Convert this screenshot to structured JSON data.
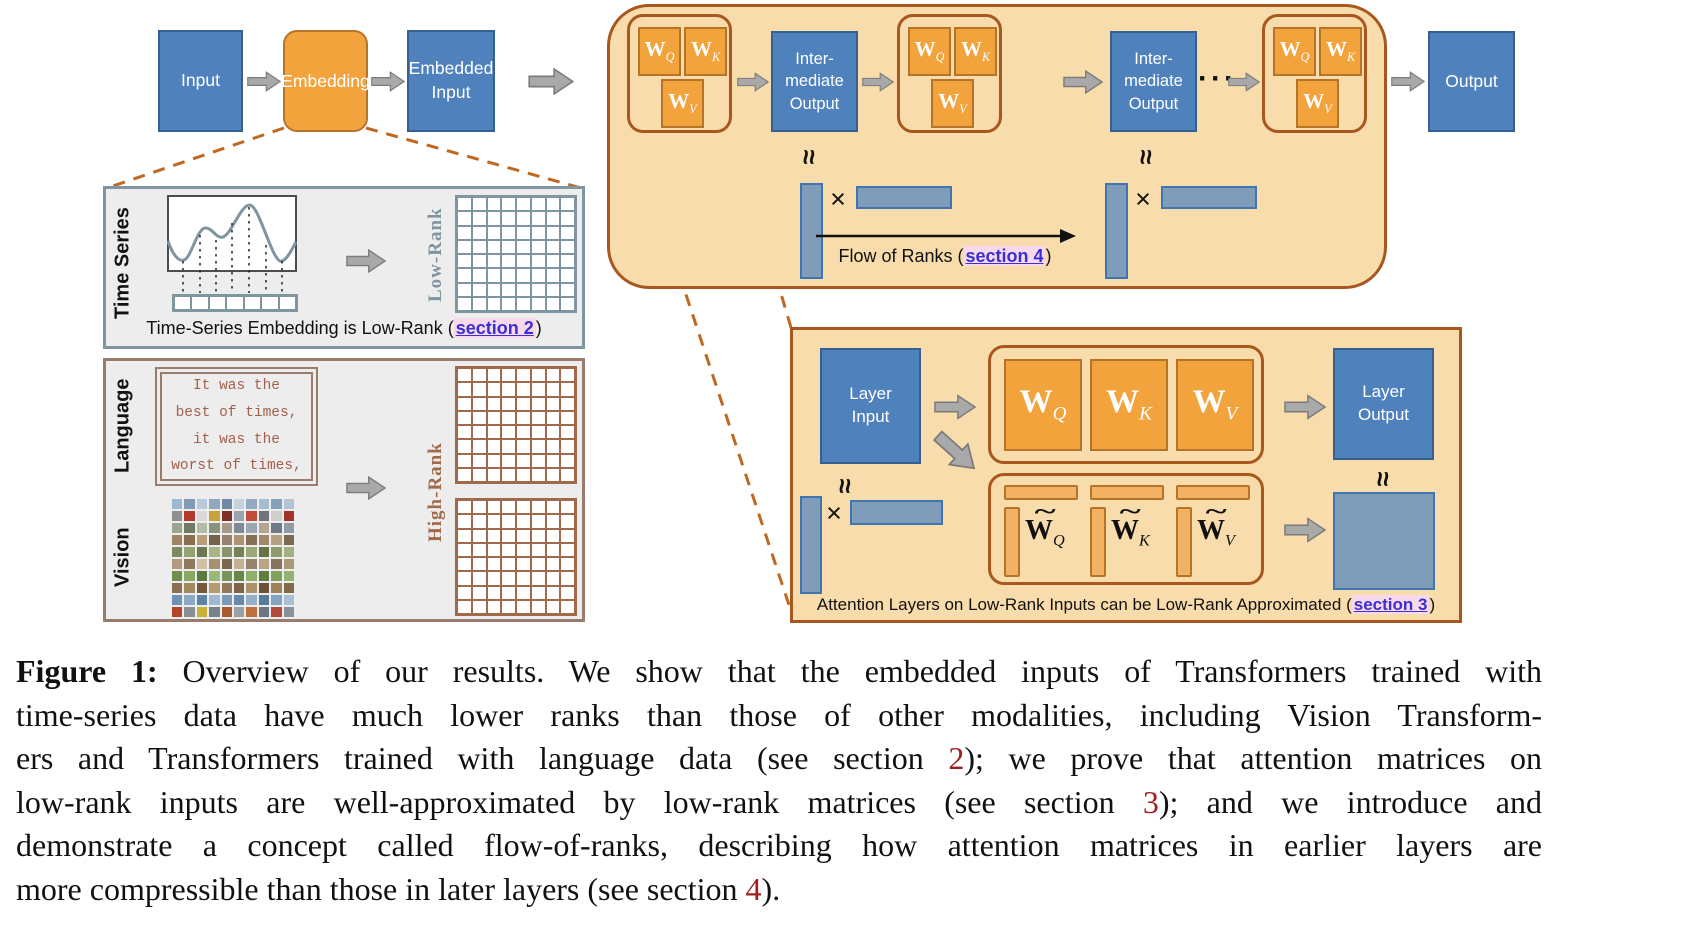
{
  "colors": {
    "blue_fill": "#4f81bd",
    "blue_border": "#36608f",
    "orange_fill": "#f2a33c",
    "orange_border": "#b5742a",
    "orange_bar": "#f3b163",
    "tan_fill": "#f8dcab",
    "brown_border": "#a8581e",
    "steel_fill": "#7f9db9",
    "steel_border": "#3f76b0",
    "panel_gray": "#ededed",
    "slate": "#7f95a0",
    "brown_line": "#a06a4a",
    "quote_brown": "#a5604c",
    "lv_border": "#9b7b6b",
    "link_blue": "#3a2fd0",
    "link_bg": "#f8d9ec",
    "caption_red": "#a02020",
    "arrow_fill": "#a9a9a9",
    "arrow_stroke": "#7a7a7a",
    "dash_orange": "#c06820"
  },
  "top_flow": {
    "input": "Input",
    "embedding": "Embedding",
    "embedded_input": "Embedded\nInput",
    "output": "Output",
    "intermediate": "Inter-\nmediate\nOutput",
    "dots": "···",
    "approx_symbol": "≈",
    "times_symbol": "×",
    "w_labels": [
      {
        "base": "W",
        "sub": "Q"
      },
      {
        "base": "W",
        "sub": "K"
      },
      {
        "base": "W",
        "sub": "V"
      }
    ],
    "flow_label": {
      "pre": "Flow of Ranks (",
      "link": "section 4",
      "post": ")"
    }
  },
  "ts_panel": {
    "side_label": "Time Series",
    "rank_label": "Low-Rank",
    "caption": {
      "pre": "Time-Series Embedding is Low-Rank (",
      "link": "section 2",
      "post": ")"
    }
  },
  "lv_panel": {
    "language_label": "Language",
    "vision_label": "Vision",
    "rank_label": "High-Rank",
    "quote": "It was the\nbest of times,\nit was the\nworst of times,"
  },
  "attn_panel": {
    "layer_input": "Layer\nInput",
    "layer_output": "Layer\nOutput",
    "approx_symbol": "≈",
    "times_symbol": "×",
    "w_labels": [
      {
        "base": "W",
        "sub": "Q"
      },
      {
        "base": "W",
        "sub": "K"
      },
      {
        "base": "W",
        "sub": "V"
      }
    ],
    "wt_labels": [
      {
        "tilde": "~",
        "base": "W",
        "sub": "Q"
      },
      {
        "tilde": "~",
        "base": "W",
        "sub": "K"
      },
      {
        "tilde": "~",
        "base": "W",
        "sub": "V"
      }
    ],
    "caption": {
      "pre": "Attention Layers on Low-Rank Inputs can be Low-Rank Approximated (",
      "link": "section 3",
      "post": ")"
    }
  },
  "figure_caption": {
    "lines": [
      {
        "segments": [
          {
            "t": "Figure 1:",
            "c": "b"
          },
          {
            "t": " Overview of our results. We show that the embedded inputs of Transformers trained with"
          }
        ]
      },
      {
        "segments": [
          {
            "t": "time-series data have much lower ranks than those of other modalities, including Vision Transform-"
          }
        ]
      },
      {
        "segments": [
          {
            "t": "ers and Transformers trained with language data (see section "
          },
          {
            "t": "2",
            "c": "r"
          },
          {
            "t": "); we prove that attention matrices on"
          }
        ]
      },
      {
        "segments": [
          {
            "t": "low-rank inputs are well-approximated by low-rank matrices (see section "
          },
          {
            "t": "3",
            "c": "r"
          },
          {
            "t": "); and we introduce and"
          }
        ]
      },
      {
        "segments": [
          {
            "t": "demonstrate a concept called flow-of-ranks, describing how attention matrices in earlier layers are"
          }
        ]
      },
      {
        "segments": [
          {
            "t": "more compressible than those in later layers (see section "
          },
          {
            "t": "4",
            "c": "r"
          },
          {
            "t": ")."
          }
        ]
      }
    ]
  },
  "grids": {
    "ts_matrix": {
      "rows": 8,
      "cols": 8
    },
    "strip": {
      "rows": 1,
      "cols": 7
    },
    "lang_matrix": {
      "rows": 8,
      "cols": 8
    },
    "vision_matrix": {
      "rows": 8,
      "cols": 8
    },
    "thumbs": {
      "rows": 10,
      "cols": 10,
      "row_palettes": [
        [
          "#9db8d2",
          "#7f9bb8",
          "#b9c9d9",
          "#8fa8c0",
          "#6e8aa6",
          "#c5d2de",
          "#93a9bf",
          "#a7bcd0",
          "#86a0ba",
          "#b2c4d6"
        ],
        [
          "#8f8f8f",
          "#b23a2e",
          "#d9d9d9",
          "#c8a23a",
          "#7f2f26",
          "#9aa4ad",
          "#c24b3a",
          "#6f757c",
          "#d0cfc9",
          "#a3322a"
        ],
        [
          "#9aa58f",
          "#6f7b63",
          "#b4bca6",
          "#8a947d",
          "#a7988a",
          "#7d8b97",
          "#99a7b3",
          "#b4a58f",
          "#6b7a86",
          "#8f9ba6"
        ],
        [
          "#a08563",
          "#8a6f4f",
          "#b99d78",
          "#75624a",
          "#94826a",
          "#ad9275",
          "#866f54",
          "#9f8a6c",
          "#b3a083",
          "#7c6951"
        ],
        [
          "#7d8a5f",
          "#95a373",
          "#6b7850",
          "#a8b484",
          "#87946a",
          "#758253",
          "#9aa878",
          "#667344",
          "#8e9b6e",
          "#a3b07f"
        ],
        [
          "#b39a7e",
          "#8f7a5f",
          "#d2bfa3",
          "#a5906f",
          "#7a6750",
          "#c4b093",
          "#97836a",
          "#b8a588",
          "#86735c",
          "#ab9878"
        ],
        [
          "#6f8f4f",
          "#87a763",
          "#5c7a3f",
          "#9ab877",
          "#78955a",
          "#698748",
          "#8fae6c",
          "#5f7d42",
          "#82a05e",
          "#94b272"
        ],
        [
          "#8a6f52",
          "#a3885f",
          "#75593f",
          "#b59a70",
          "#94785a",
          "#7f6348",
          "#ad9268",
          "#6b4f38",
          "#9c8159",
          "#86694c"
        ],
        [
          "#6f93b4",
          "#89a9c6",
          "#5d82a3",
          "#9db8d0",
          "#7a9cba",
          "#6889a9",
          "#93b0ca",
          "#557a9b",
          "#84a3c0",
          "#a7c0d6"
        ],
        [
          "#b2442e",
          "#8a8f94",
          "#c8b23a",
          "#75828c",
          "#a85a32",
          "#9aa0a6",
          "#bf6f3a",
          "#6b7780",
          "#b04a3a",
          "#899097"
        ]
      ]
    }
  }
}
